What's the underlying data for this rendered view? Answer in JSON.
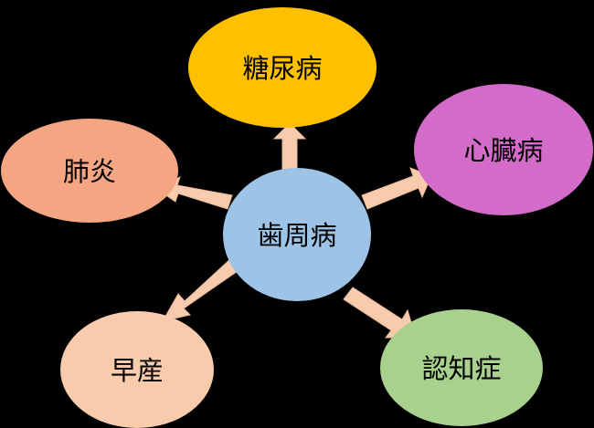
{
  "diagram": {
    "center": {
      "label": "歯周病",
      "color": "#9DC3E6"
    },
    "diseases": [
      {
        "id": "diabetes",
        "label": "糖尿病",
        "color": "#FFC000"
      },
      {
        "id": "heart",
        "label": "心臓病",
        "color": "#D36BC8"
      },
      {
        "id": "dementia",
        "label": "認知症",
        "color": "#A9D18E"
      },
      {
        "id": "premature",
        "label": "早産",
        "color": "#F8CBAD"
      },
      {
        "id": "pneumonia",
        "label": "肺炎",
        "color": "#F4A582"
      }
    ],
    "arrow_color": "#F8CBAD"
  }
}
